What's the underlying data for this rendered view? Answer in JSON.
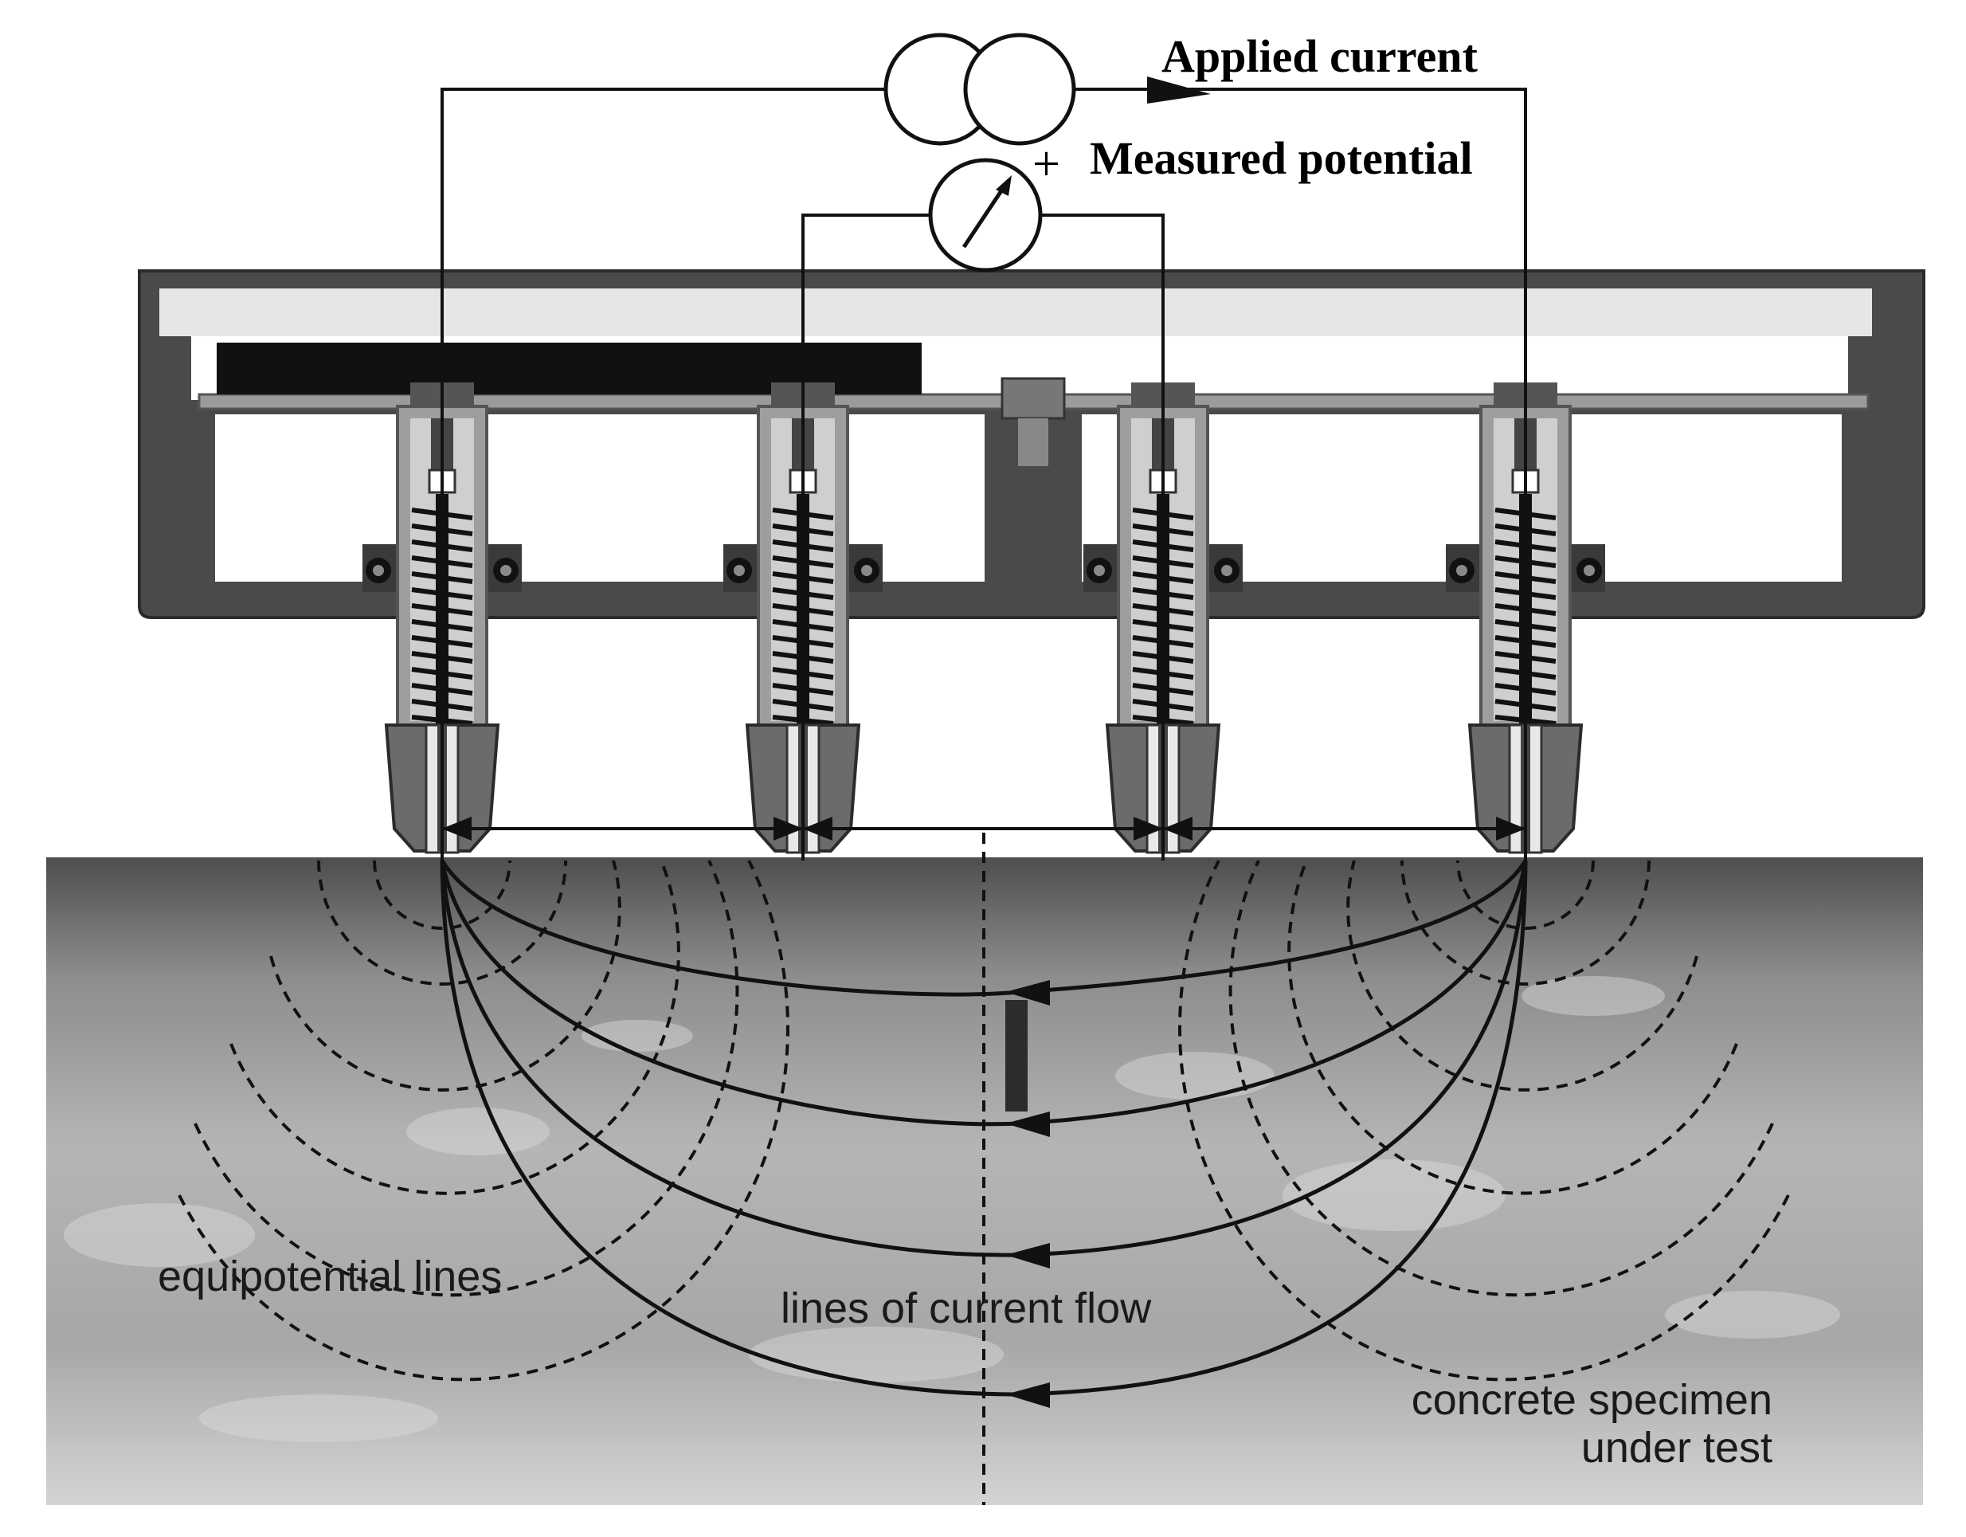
{
  "labels": {
    "applied_current": "Applied current",
    "measured_potential": "Measured potential",
    "plus_sign": "+",
    "equipotential_lines": "equipotential lines",
    "lines_of_current_flow": "lines of current flow",
    "specimen_line1": "concrete specimen",
    "specimen_line2": "under test"
  },
  "colors": {
    "housing": "#4a4a4a",
    "housing_edge": "#2b2b2b",
    "black_plate": "#111111",
    "probe_body": "#9a9a9a",
    "concrete_light": "#cfcfcf",
    "concrete_dark": "#5a5a5a",
    "line": "#111111"
  },
  "icons": {
    "current_source": "current-source-icon",
    "voltmeter": "voltmeter-icon"
  }
}
